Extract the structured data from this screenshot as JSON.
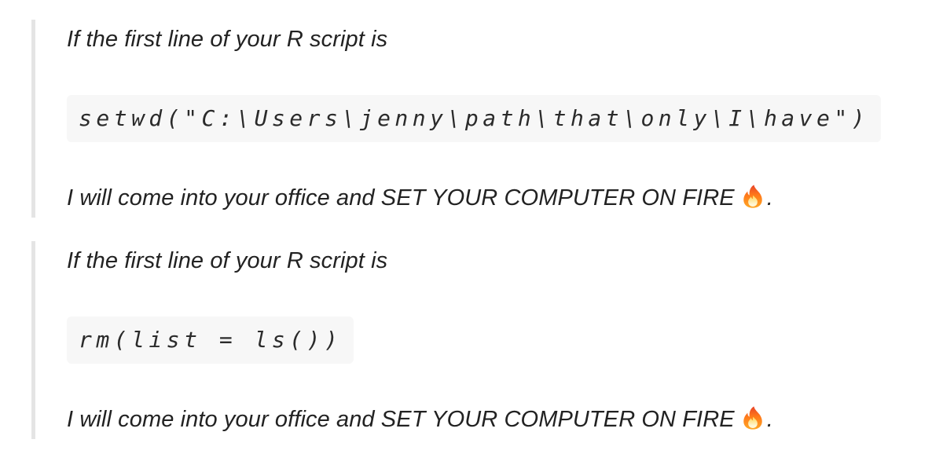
{
  "theme": {
    "background": "#ffffff",
    "text_color": "#222222",
    "quote_border_color": "#e4e4e4",
    "code_background": "#f7f7f7",
    "code_text_color": "#2b2b2b",
    "emoji_outer_colors": [
      "#e8432a",
      "#ff7a1a",
      "#ffa726"
    ],
    "emoji_inner_colors": [
      "#ffd54f",
      "#fff7d6"
    ]
  },
  "quotes": [
    {
      "intro": "If the first line of your R script is",
      "code": "setwd(\"C:\\Users\\jenny\\path\\that\\only\\I\\have\")",
      "outro": "I will come into your office and SET YOUR COMPUTER ON FIRE",
      "emoji": "🔥",
      "emoji_name": "fire",
      "punctuation": "."
    },
    {
      "intro": "If the first line of your R script is",
      "code": "rm(list = ls())",
      "outro": "I will come into your office and SET YOUR COMPUTER ON FIRE",
      "emoji": "🔥",
      "emoji_name": "fire",
      "punctuation": "."
    }
  ]
}
